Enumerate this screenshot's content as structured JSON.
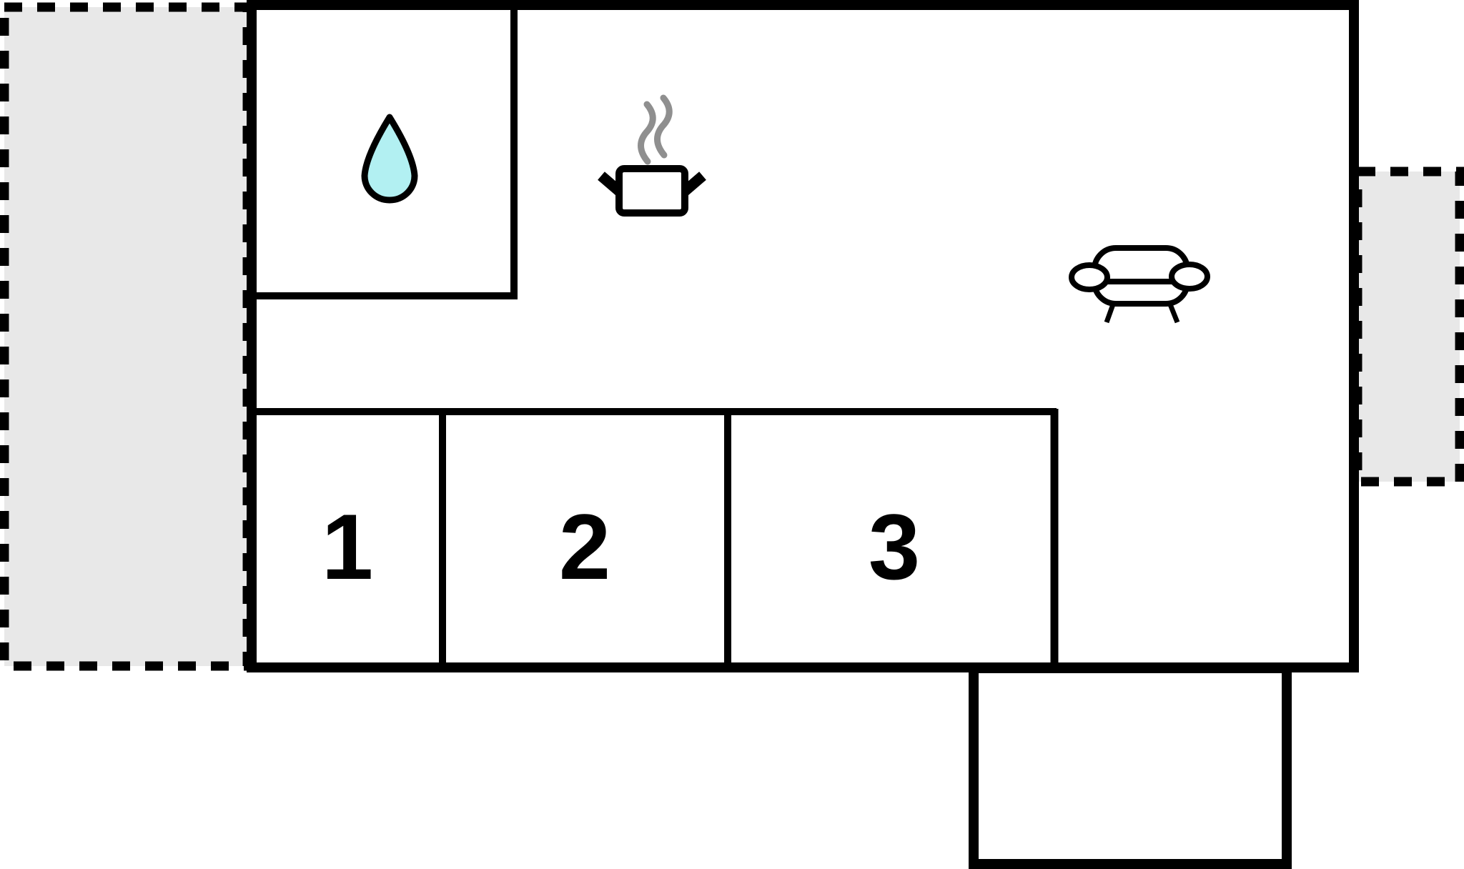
{
  "colors": {
    "wall": "#000000",
    "terrace_fill": "#e8e8e8",
    "terrace_border": "#000000",
    "water_drop_fill": "#b2f0f2",
    "water_drop_stroke": "#000000",
    "steam": "#8f8f8f",
    "furniture_stroke": "#000000",
    "background": "#ffffff"
  },
  "floor_plan": {
    "rooms": [
      {
        "label": "1"
      },
      {
        "label": "2"
      },
      {
        "label": "3"
      }
    ],
    "icons": [
      {
        "name": "water-drop-icon"
      },
      {
        "name": "steam-icon"
      },
      {
        "name": "cooking-pot-icon"
      },
      {
        "name": "sofa-icon"
      }
    ]
  }
}
